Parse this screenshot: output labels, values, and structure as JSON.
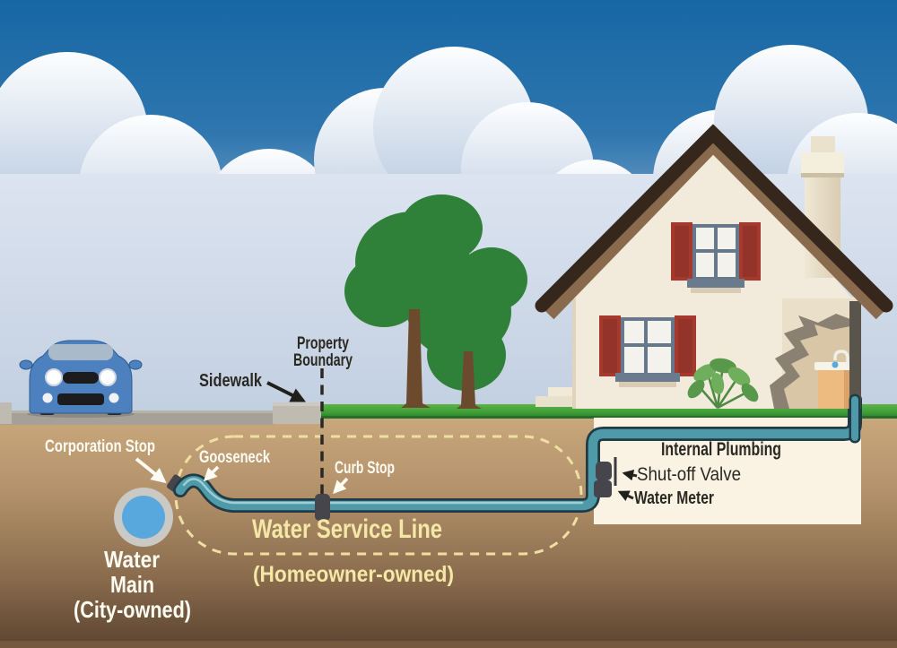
{
  "labels": {
    "sidewalk": "Sidewalk",
    "property_boundary_line1": "Property",
    "property_boundary_line2": "Boundary",
    "corporation_stop": "Corporation Stop",
    "gooseneck": "Gooseneck",
    "curb_stop": "Curb Stop",
    "water_service_line": "Water Service Line",
    "homeowner_owned": "(Homeowner-owned)",
    "water_main_line1": "Water",
    "water_main_line2": "Main",
    "water_main_line3": "(City-owned)",
    "internal_plumbing": "Internal Plumbing",
    "shut_off_valve": "Shut-off Valve",
    "water_meter": "Water Meter"
  },
  "colors": {
    "sky_top": "#1767A4",
    "sky_horizon": "#C8D4E4",
    "road": "#A5A199",
    "sidewalk": "#BFBBB0",
    "grass": "#3C9C38",
    "dirt_top": "#CCAA7E",
    "dirt_bottom": "#5C4431",
    "basement": "#FAF3E3",
    "house_wall": "#F2EADA",
    "roof_brown": "#35271B",
    "shutter_red": "#A5392E",
    "pipe": "#4E9AA8",
    "pipe_outline": "#203B45",
    "water_blue": "#58A8DD",
    "main_ring": "#CBC9C4",
    "fitting_dark": "#45454B",
    "gold": "#F5E7A6",
    "dashed_yellow": "#EFE0A2",
    "label_white": "#FDFBF2",
    "label_dark": "#2A2823"
  }
}
